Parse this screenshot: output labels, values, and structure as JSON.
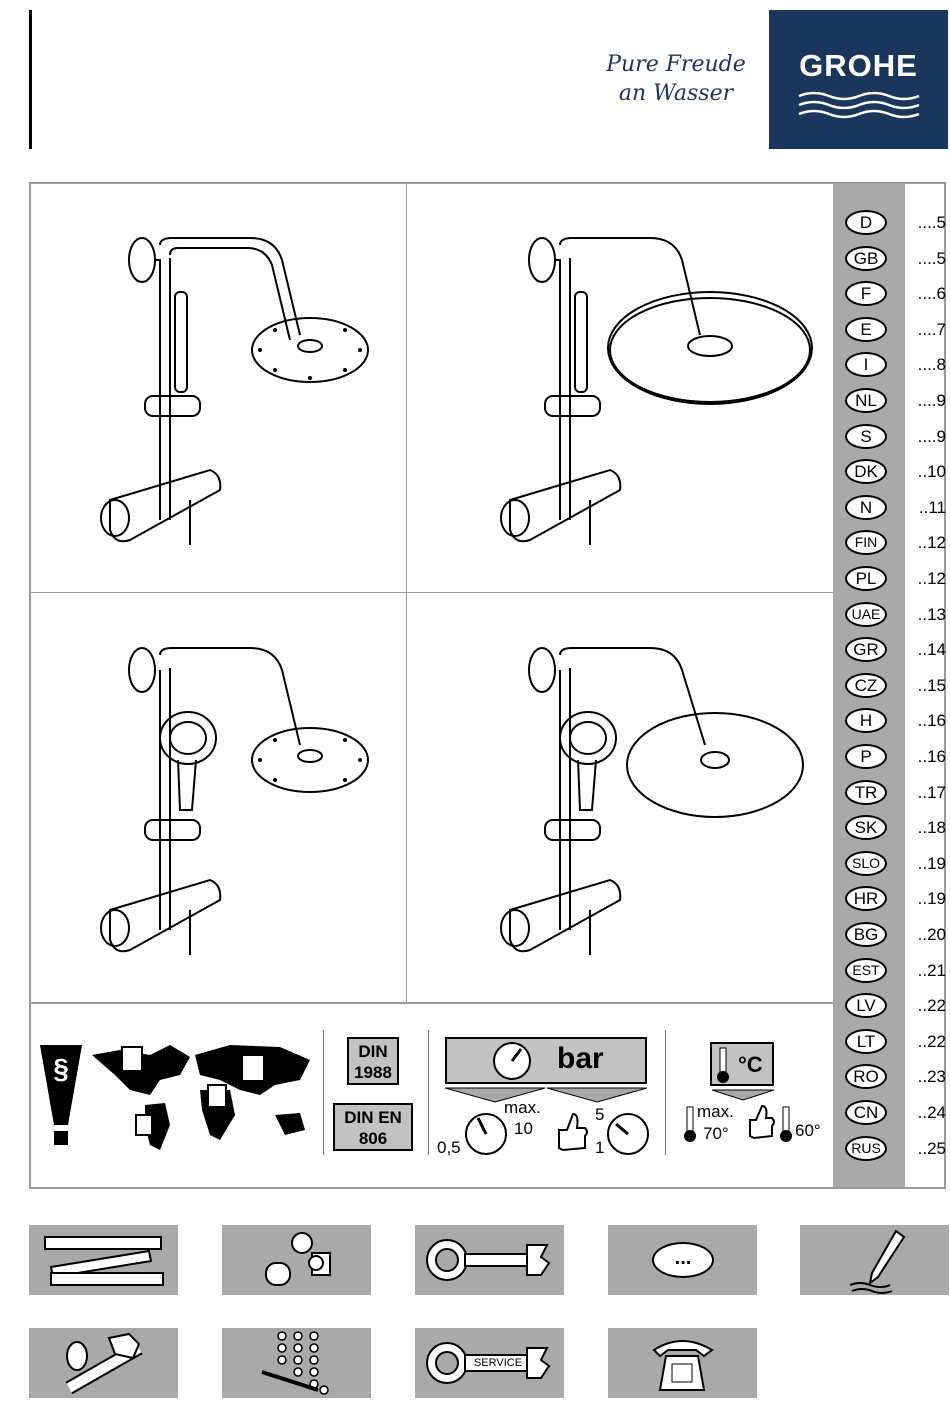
{
  "header": {
    "slogan_line1": "Pure Freude",
    "slogan_line2": "an Wasser",
    "brand": "GROHE"
  },
  "colors": {
    "brand_blue": "#1b365d",
    "panel_grey": "#a9a9a9",
    "box_grey": "#c2c2c2"
  },
  "languages": [
    {
      "code": "D",
      "page": "....5"
    },
    {
      "code": "GB",
      "page": "....5"
    },
    {
      "code": "F",
      "page": "....6"
    },
    {
      "code": "E",
      "page": "....7"
    },
    {
      "code": "I",
      "page": "....8"
    },
    {
      "code": "NL",
      "page": "....9"
    },
    {
      "code": "S",
      "page": "....9"
    },
    {
      "code": "DK",
      "page": "..10"
    },
    {
      "code": "N",
      "page": "..11"
    },
    {
      "code": "FIN",
      "page": "..12"
    },
    {
      "code": "PL",
      "page": "..12"
    },
    {
      "code": "UAE",
      "page": "..13"
    },
    {
      "code": "GR",
      "page": "..14"
    },
    {
      "code": "CZ",
      "page": "..15"
    },
    {
      "code": "H",
      "page": "..16"
    },
    {
      "code": "P",
      "page": "..16"
    },
    {
      "code": "TR",
      "page": "..17"
    },
    {
      "code": "SK",
      "page": "..18"
    },
    {
      "code": "SLO",
      "page": "..19"
    },
    {
      "code": "HR",
      "page": "..19"
    },
    {
      "code": "BG",
      "page": "..20"
    },
    {
      "code": "EST",
      "page": "..21"
    },
    {
      "code": "LV",
      "page": "..22"
    },
    {
      "code": "LT",
      "page": "..22"
    },
    {
      "code": "RO",
      "page": "..23"
    },
    {
      "code": "CN",
      "page": "..24"
    },
    {
      "code": "RUS",
      "page": "..25"
    }
  ],
  "specs": {
    "section_symbol": "§",
    "din_line1": "DIN",
    "din_line2": "1988",
    "din_en_line1": "DIN  EN",
    "din_en_line2": "806",
    "bar_label": "bar",
    "max_label": "max.",
    "pressure_max": "10",
    "pressure_min": "0,5",
    "pressure_rec_high": "5",
    "pressure_rec_low": "1",
    "celsius_label": "°C",
    "temp_max_label": "max.",
    "temp_max": "70°",
    "temp_rec": "60°"
  },
  "bottom_icons": {
    "dots_label": "...",
    "service_label": "SERVICE"
  }
}
